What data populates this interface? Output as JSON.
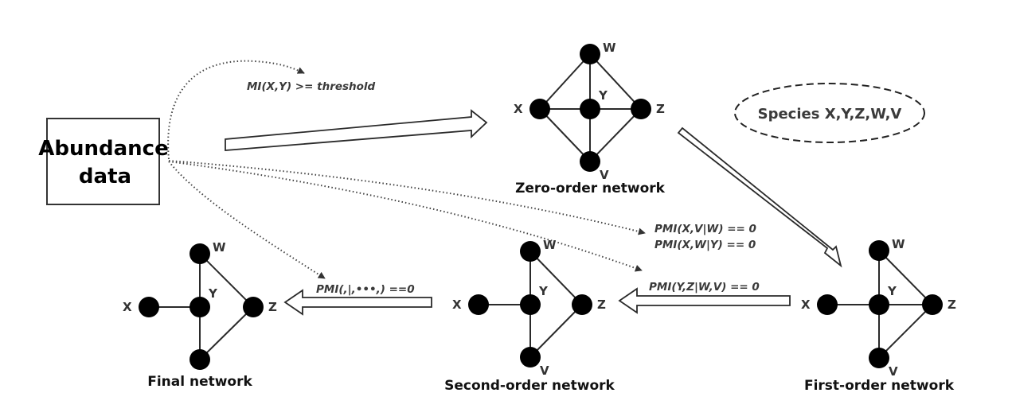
{
  "source_box": {
    "line1": "Abundance",
    "line2": "data"
  },
  "species_legend": "Species X,Y,Z,W,V",
  "conditions": {
    "mi_threshold": "MI(X,Y) >= threshold",
    "pmi_first_a": "PMI(X,V|W) == 0",
    "pmi_first_b": "PMI(X,W|Y) == 0",
    "pmi_second": "PMI(Y,Z|W,V) == 0",
    "pmi_final": "PMI(,|,•••,) ==0"
  },
  "networks": {
    "zero": {
      "title": "Zero-order network",
      "labels": {
        "W": "W",
        "X": "X",
        "Y": "Y",
        "Z": "Z",
        "V": "V"
      },
      "edges": [
        [
          "X",
          "W"
        ],
        [
          "W",
          "Z"
        ],
        [
          "X",
          "V"
        ],
        [
          "V",
          "Z"
        ],
        [
          "X",
          "Y"
        ],
        [
          "Y",
          "Z"
        ],
        [
          "W",
          "Y"
        ],
        [
          "Y",
          "V"
        ]
      ]
    },
    "first": {
      "title": "First-order network",
      "labels": {
        "W": "W",
        "X": "X",
        "Y": "Y",
        "Z": "Z",
        "V": "V"
      },
      "edges": [
        [
          "X",
          "Y"
        ],
        [
          "Y",
          "Z"
        ],
        [
          "W",
          "Y"
        ],
        [
          "Y",
          "V"
        ],
        [
          "W",
          "Z"
        ],
        [
          "V",
          "Z"
        ]
      ]
    },
    "second": {
      "title": "Second-order network",
      "labels": {
        "W": "W",
        "X": "X",
        "Y": "Y",
        "Z": "Z",
        "V": "V"
      },
      "edges": [
        [
          "X",
          "Y"
        ],
        [
          "W",
          "Y"
        ],
        [
          "Y",
          "V"
        ],
        [
          "W",
          "Z"
        ],
        [
          "V",
          "Z"
        ]
      ]
    },
    "final": {
      "title": "Final network",
      "labels": {
        "W": "W",
        "X": "X",
        "Y": "Y",
        "Z": "Z"
      },
      "edges": [
        [
          "X",
          "Y"
        ],
        [
          "W",
          "Y"
        ],
        [
          "Y",
          "V"
        ],
        [
          "W",
          "Z"
        ],
        [
          "V",
          "Z"
        ]
      ]
    }
  }
}
